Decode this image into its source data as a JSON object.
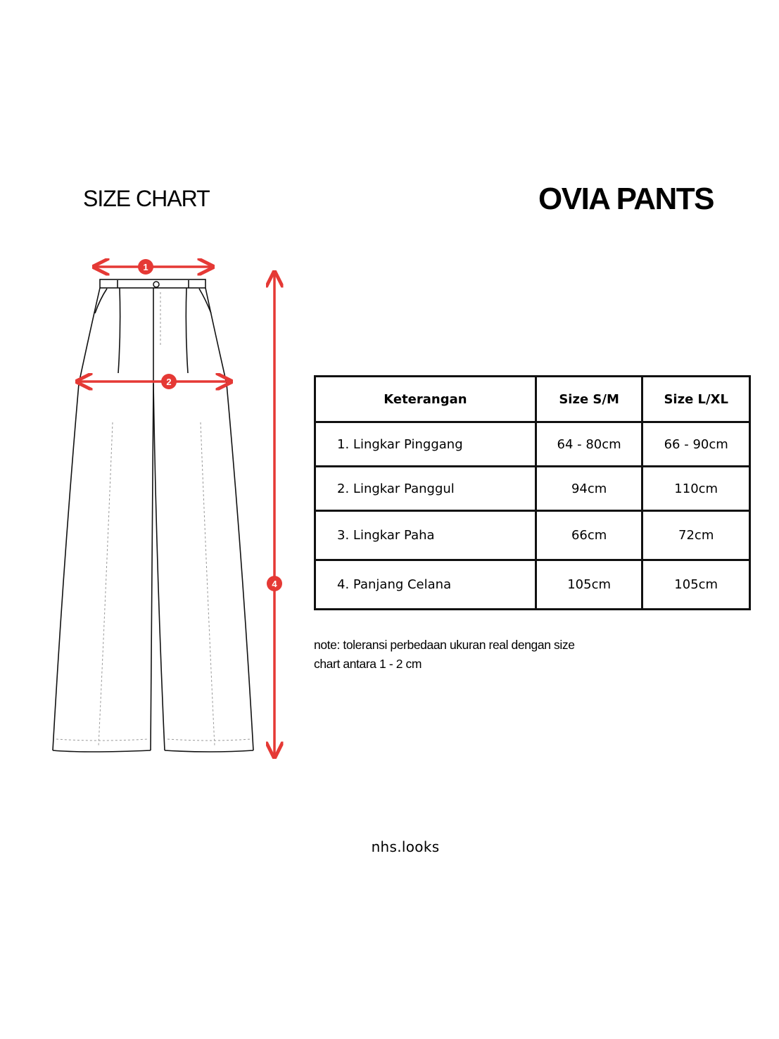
{
  "header": {
    "label": "SIZE CHART",
    "product": "OVIA PANTS"
  },
  "diagram": {
    "markers": [
      "1",
      "2",
      "4"
    ],
    "accent_color": "#e53935"
  },
  "table": {
    "headers": [
      "Keterangan",
      "Size S/M",
      "Size L/XL"
    ],
    "rows": [
      {
        "num": "1.",
        "label": "Lingkar Pinggang",
        "sm": "64 - 80cm",
        "lxl": "66 - 90cm"
      },
      {
        "num": "2.",
        "label": "Lingkar Panggul",
        "sm": "94cm",
        "lxl": "110cm"
      },
      {
        "num": "3.",
        "label": "Lingkar Paha",
        "sm": "66cm",
        "lxl": "72cm"
      },
      {
        "num": "4.",
        "label": "Panjang Celana",
        "sm": "105cm",
        "lxl": "105cm"
      }
    ]
  },
  "note": {
    "line1": "note: toleransi perbedaan ukuran real dengan size",
    "line2": "chart antara 1 - 2 cm"
  },
  "footer": {
    "brand": "nhs.looks"
  }
}
